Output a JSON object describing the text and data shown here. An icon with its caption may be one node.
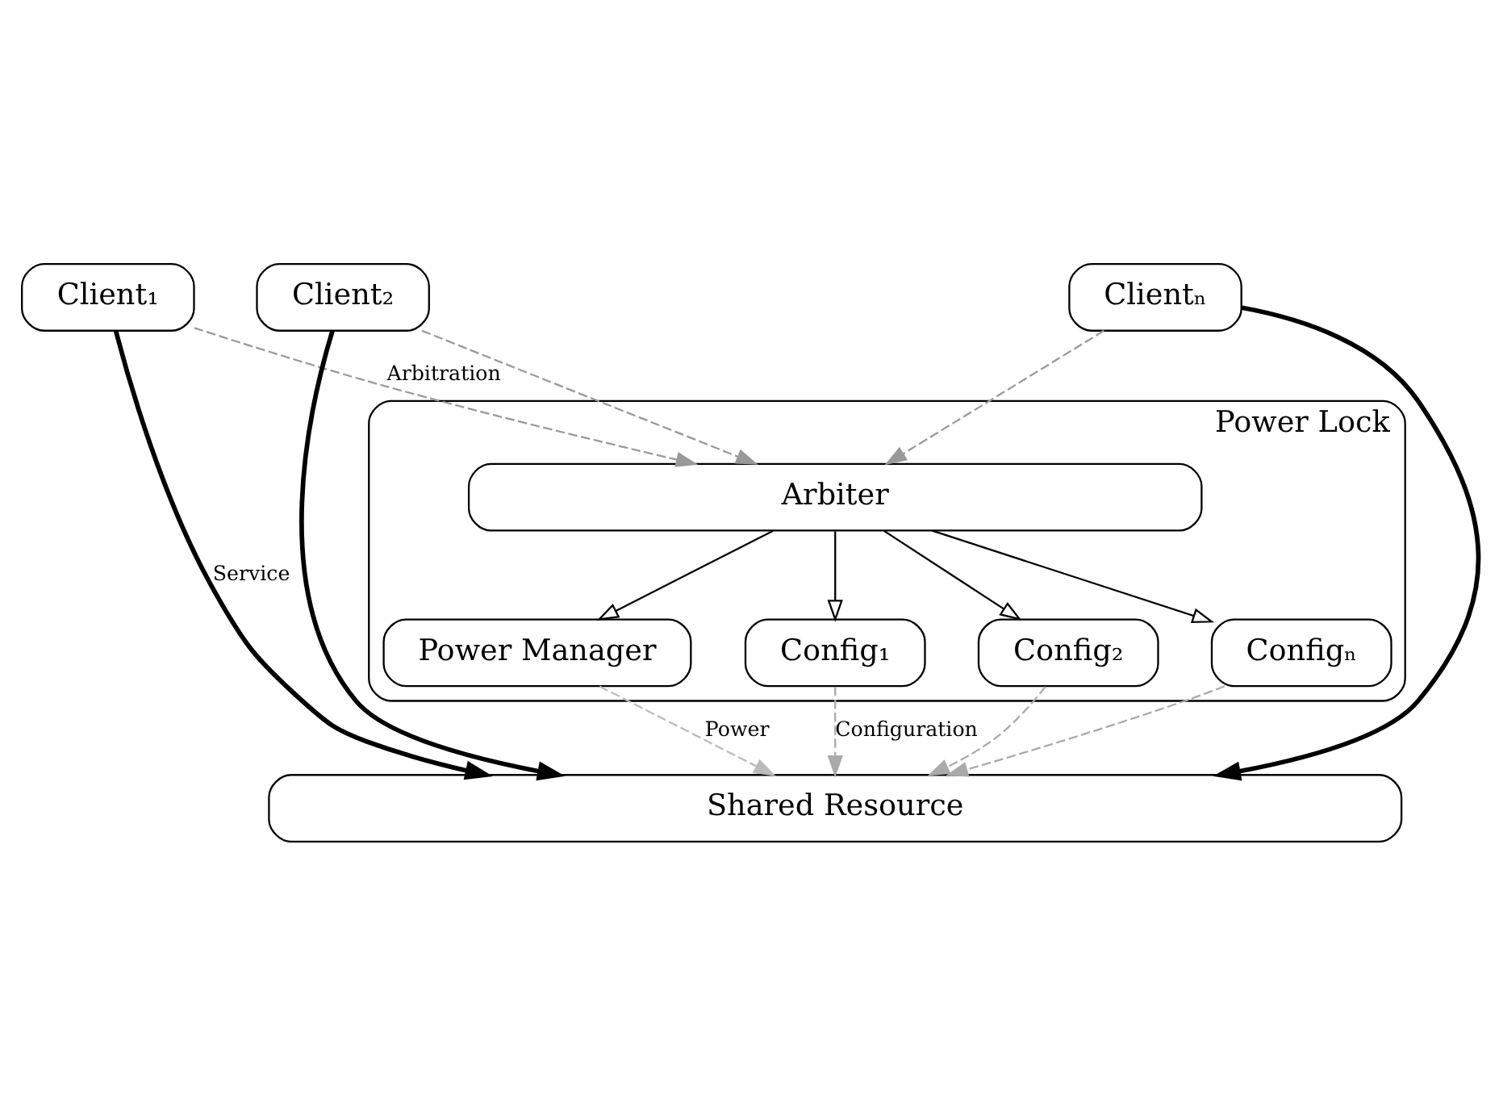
{
  "diagram": {
    "nodes": [
      {
        "text": [
          "Client₁"
        ]
      },
      {
        "text": [
          "Client₂"
        ]
      },
      {
        "text": [
          "Clientₙ"
        ]
      },
      {
        "text": [
          "Power Lock"
        ]
      },
      {
        "text": [
          "Arbiter"
        ],
        "in": 3
      },
      {
        "text": [
          "Config₁"
        ],
        "in": 3
      },
      {
        "text": [
          "Config₂"
        ],
        "in": 3
      },
      {
        "text": [
          "Configₙ"
        ],
        "in": 3
      },
      {
        "text": [
          "Power Manager"
        ],
        "in": 3
      },
      {
        "text": [
          "Shared Resource"
        ]
      }
    ],
    "edges": [
      {
        "from": 0,
        "to": 4,
        "arrow": "to",
        "label": "Arbitration",
        "style": "dashed",
        "color": "#999999"
      },
      {
        "from": 1,
        "to": 4,
        "arrow": "to",
        "style": "dashed",
        "color": "#999999"
      },
      {
        "from": 2,
        "to": 4,
        "arrow": "to",
        "style": "dashed",
        "color": "#999999"
      },
      {
        "from": 0,
        "to": 9,
        "arrow": "to",
        "label": "Service",
        "style": "thick"
      },
      {
        "from": 1,
        "to": 9,
        "arrow": "to",
        "style": "thick"
      },
      {
        "from": 2,
        "to": 9,
        "arrow": "to",
        "style": "thick"
      },
      {
        "from": 4,
        "to": 5,
        "arrow": "to"
      },
      {
        "from": 4,
        "to": 6,
        "arrow": "to"
      },
      {
        "from": 4,
        "to": 7,
        "arrow": "to"
      },
      {
        "from": 4,
        "to": 8,
        "arrow": "to"
      },
      {
        "from": 5,
        "to": 9,
        "arrow": "to",
        "label": "Configuration",
        "style": "dashed",
        "color": "#aaaaaa"
      },
      {
        "from": 6,
        "to": 9,
        "arrow": "to",
        "style": "dashed",
        "color": "#aaaaaa"
      },
      {
        "from": 7,
        "to": 9,
        "arrow": "to",
        "style": "dashed",
        "color": "#aaaaaa"
      },
      {
        "from": 8,
        "to": 9,
        "arrow": "to",
        "label": "Power",
        "style": "dashed",
        "color": "#bbbbbb"
      }
    ]
  }
}
